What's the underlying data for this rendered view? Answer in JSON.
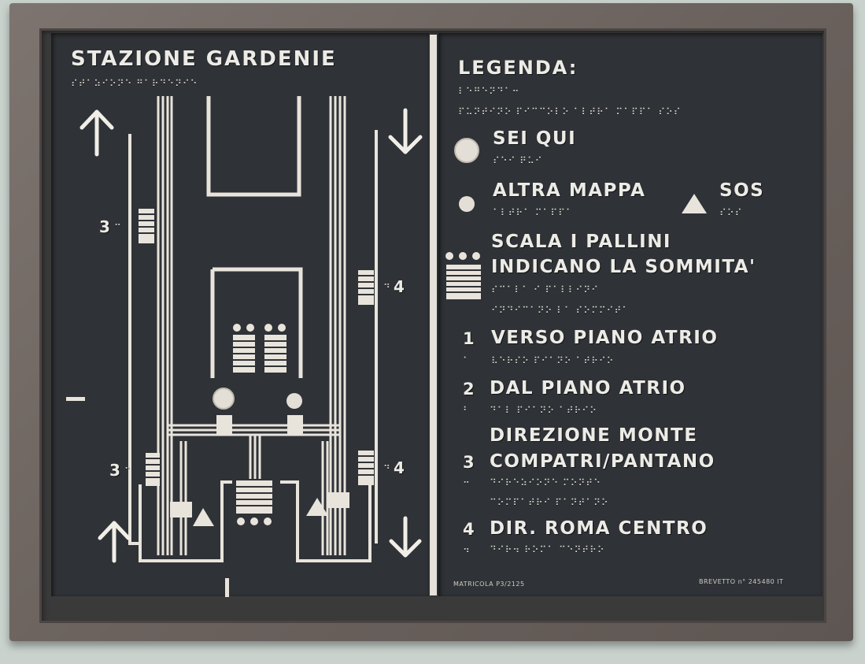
{
  "map": {
    "title": "STAZIONE GARDENIE",
    "title_braille": "⠎⠞⠁⠵⠊⠕⠝⠑ ⠛⠁⠗⠙⠑⠝⠊⠑",
    "labels": {
      "left_top": "3",
      "left_bottom": "3",
      "right_top": "4",
      "right_bottom": "4"
    },
    "label_braille": {
      "three": "⠒",
      "four": "⠲"
    }
  },
  "legend": {
    "title": "LEGENDA:",
    "braille_line1": "⠇⠑⠛⠑⠝⠙⠁⠒",
    "braille_line2": "⠏⠥⠝⠞⠊⠝⠕ ⠏⠊⠉⠉⠕⠇⠕ ⠁⠇⠞⠗⠁ ⠍⠁⠏⠏⠁ ⠎⠕⠎",
    "items": [
      {
        "label": "SEI QUI",
        "braille": "⠎⠑⠊ ⠟⠥⠊"
      },
      {
        "label": "ALTRA MAPPA",
        "braille": "⠁⠇⠞⠗⠁ ⠍⠁⠏⠏⠁"
      },
      {
        "label": "SOS",
        "braille": "⠎⠕⠎"
      },
      {
        "label_line1": "SCALA I PALLINI",
        "label_line2": "INDICANO LA SOMMITA'",
        "braille_line1": "⠎⠉⠁⠇⠁ ⠊ ⠏⠁⠇⠇⠊⠝⠊",
        "braille_line2": "⠊⠝⠙⠊⠉⠁⠝⠕ ⠇⠁ ⠎⠕⠍⠍⠊⠞⠁"
      }
    ],
    "numbered": [
      {
        "num": "1",
        "label": "VERSO PIANO ATRIO",
        "braille_num": "⠁",
        "braille": "⠧⠑⠗⠎⠕ ⠏⠊⠁⠝⠕ ⠁⠞⠗⠊⠕"
      },
      {
        "num": "2",
        "label": "DAL PIANO ATRIO",
        "braille_num": "⠃",
        "braille": "⠙⠁⠇ ⠏⠊⠁⠝⠕ ⠁⠞⠗⠊⠕"
      },
      {
        "num": "3",
        "label_line1": "DIREZIONE MONTE",
        "label_line2": "COMPATRI/PANTANO",
        "braille_num": "⠒",
        "braille_line1": "⠙⠊⠗⠑⠵⠊⠕⠝⠑ ⠍⠕⠝⠞⠑",
        "braille_line2": "⠉⠕⠍⠏⠁⠞⠗⠊ ⠏⠁⠝⠞⠁⠝⠕"
      },
      {
        "num": "4",
        "label": "DIR. ROMA CENTRO",
        "braille_num": "⠲",
        "braille": "⠙⠊⠗⠲ ⠗⠕⠍⠁ ⠉⠑⠝⠞⠗⠕"
      }
    ],
    "footer_left": "MATRICOLA P3/2125",
    "footer_right": "BREVETTO n° 245480 IT"
  },
  "colors": {
    "panel": "#2f3236",
    "relief": "#e8e4dc",
    "frame": "#6b625e"
  }
}
